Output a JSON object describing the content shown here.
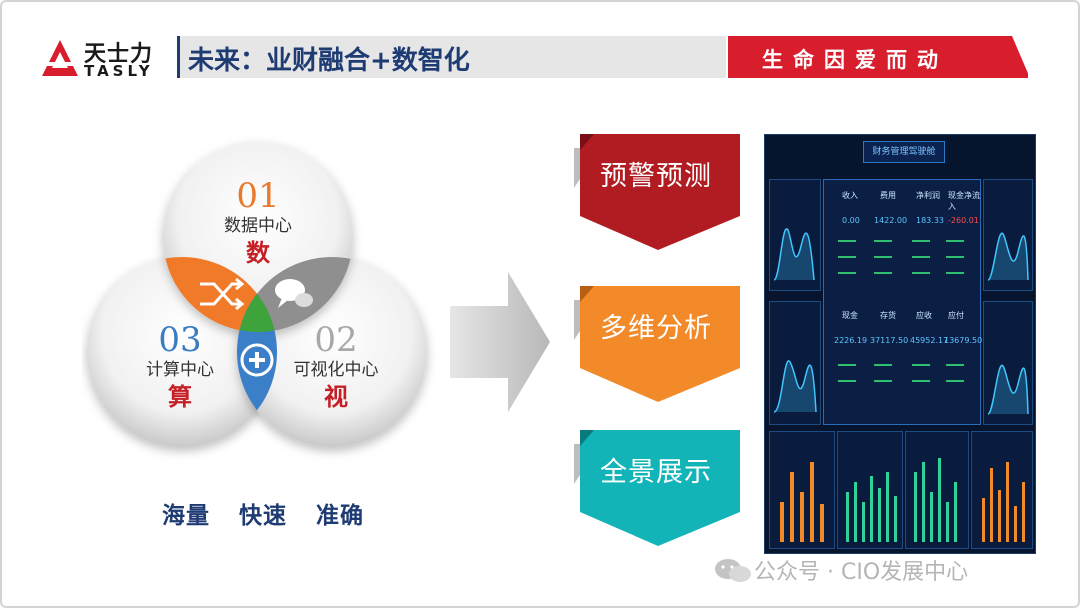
{
  "logo": {
    "cn": "天士力",
    "en": "TASLY",
    "mark_color": "#d81e2c"
  },
  "header": {
    "title": "未来：业财融合+数智化",
    "slogan": "生命因爱而动",
    "title_color": "#1f3b73",
    "slogan_bg": "#d81e2c"
  },
  "venn": {
    "data": {
      "num": "01",
      "label": "数据中心",
      "char": "数",
      "num_color": "#e8792e"
    },
    "visual": {
      "num": "02",
      "label": "可视化中心",
      "char": "视",
      "num_color": "#a8a8a8"
    },
    "compute": {
      "num": "03",
      "label": "计算中心",
      "char": "算",
      "num_color": "#3a7cc4"
    },
    "icons": [
      "shuffle-icon",
      "chat-icon",
      "plus-circle-icon"
    ]
  },
  "taglines": [
    "海量",
    "快速",
    "准确"
  ],
  "features": [
    {
      "label": "预警预测",
      "color": "#b01c22"
    },
    {
      "label": "多维分析",
      "color": "#f28a2a"
    },
    {
      "label": "全景展示",
      "color": "#12b4b8"
    }
  ],
  "dashboard": {
    "title": "财务管理驾驶舱",
    "kpi_labels": [
      "收入",
      "费用",
      "净利润",
      "现金净流入",
      "现金",
      "存货",
      "应收",
      "应付"
    ],
    "kpi_values": [
      "0.00",
      "1422.00",
      "183.33",
      "-260.01",
      "2226.19",
      "37117.50",
      "45952.17",
      "13679.50"
    ]
  },
  "watermark": "公众号 · CIO发展中心"
}
